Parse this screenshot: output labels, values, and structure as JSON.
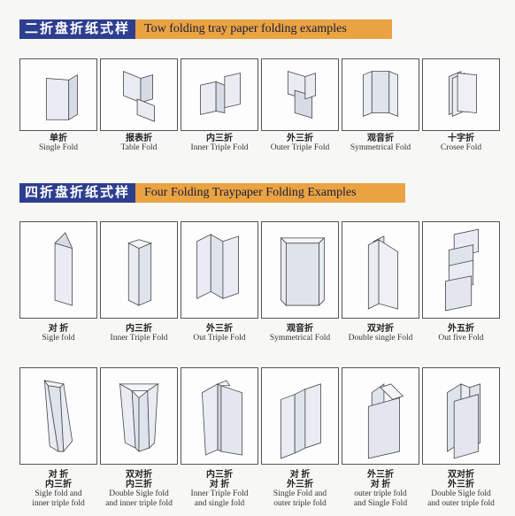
{
  "section1": {
    "title_cn": "二折盘折纸式样",
    "title_en": "Tow folding tray paper folding examples",
    "items": [
      {
        "cn": "单折",
        "en": "Single Fold"
      },
      {
        "cn": "报表折",
        "en": "Table Fold"
      },
      {
        "cn": "内三折",
        "en": "Inner Triple Fold"
      },
      {
        "cn": "外三折",
        "en": "Outer Triple Fold"
      },
      {
        "cn": "观音折",
        "en": "Symmetrical Fold"
      },
      {
        "cn": "十字折",
        "en": "Crosee Fold"
      }
    ]
  },
  "section2": {
    "title_cn": "四折盘折纸式样",
    "title_en": "Four Folding Traypaper  Folding Examples",
    "row1": [
      {
        "cn": "对  折",
        "en": "Sigle fold"
      },
      {
        "cn": "内三折",
        "en": "Inner Triple Fold"
      },
      {
        "cn": "外三折",
        "en": "Out Triple Fold"
      },
      {
        "cn": "观音折",
        "en": "Symmetrical Fold"
      },
      {
        "cn": "双对折",
        "en": "Double single Fold"
      },
      {
        "cn": "外五折",
        "en": "Out five  Fold"
      }
    ],
    "row2": [
      {
        "cn1": "对  折",
        "cn2": "内三折",
        "en1": "Sigle fold and",
        "en2": "inner triple fold"
      },
      {
        "cn1": "双对折",
        "cn2": "内三折",
        "en1": "Double Sigle fold",
        "en2": "and inner triple fold"
      },
      {
        "cn1": "内三折",
        "cn2": "对  折",
        "en1": "Inner Triple Fold",
        "en2": "and single fold"
      },
      {
        "cn1": "对  折",
        "cn2": "外三折",
        "en1": "Single Fold and",
        "en2": "outer triple fold"
      },
      {
        "cn1": "外三折",
        "cn2": "对  折",
        "en1": "outer triple fold",
        "en2": "and Single Fold"
      },
      {
        "cn1": "双对折",
        "cn2": "外三折",
        "en1": "Double Sigle fold",
        "en2": "and outer triple fold"
      }
    ]
  }
}
